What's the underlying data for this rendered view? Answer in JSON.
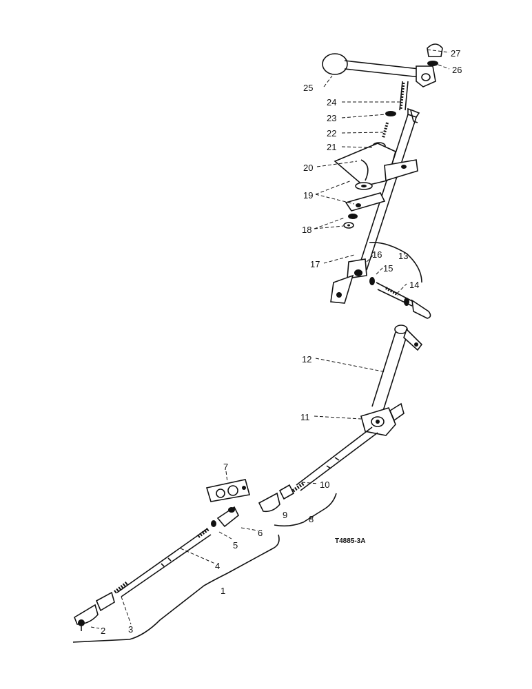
{
  "diagram": {
    "reference_code": "T4885-3A",
    "callouts": [
      "1",
      "2",
      "3",
      "4",
      "5",
      "6",
      "7",
      "8",
      "9",
      "10",
      "11",
      "12",
      "13",
      "14",
      "15",
      "16",
      "17",
      "18",
      "19",
      "20",
      "21",
      "22",
      "23",
      "24",
      "25",
      "26",
      "27"
    ]
  }
}
